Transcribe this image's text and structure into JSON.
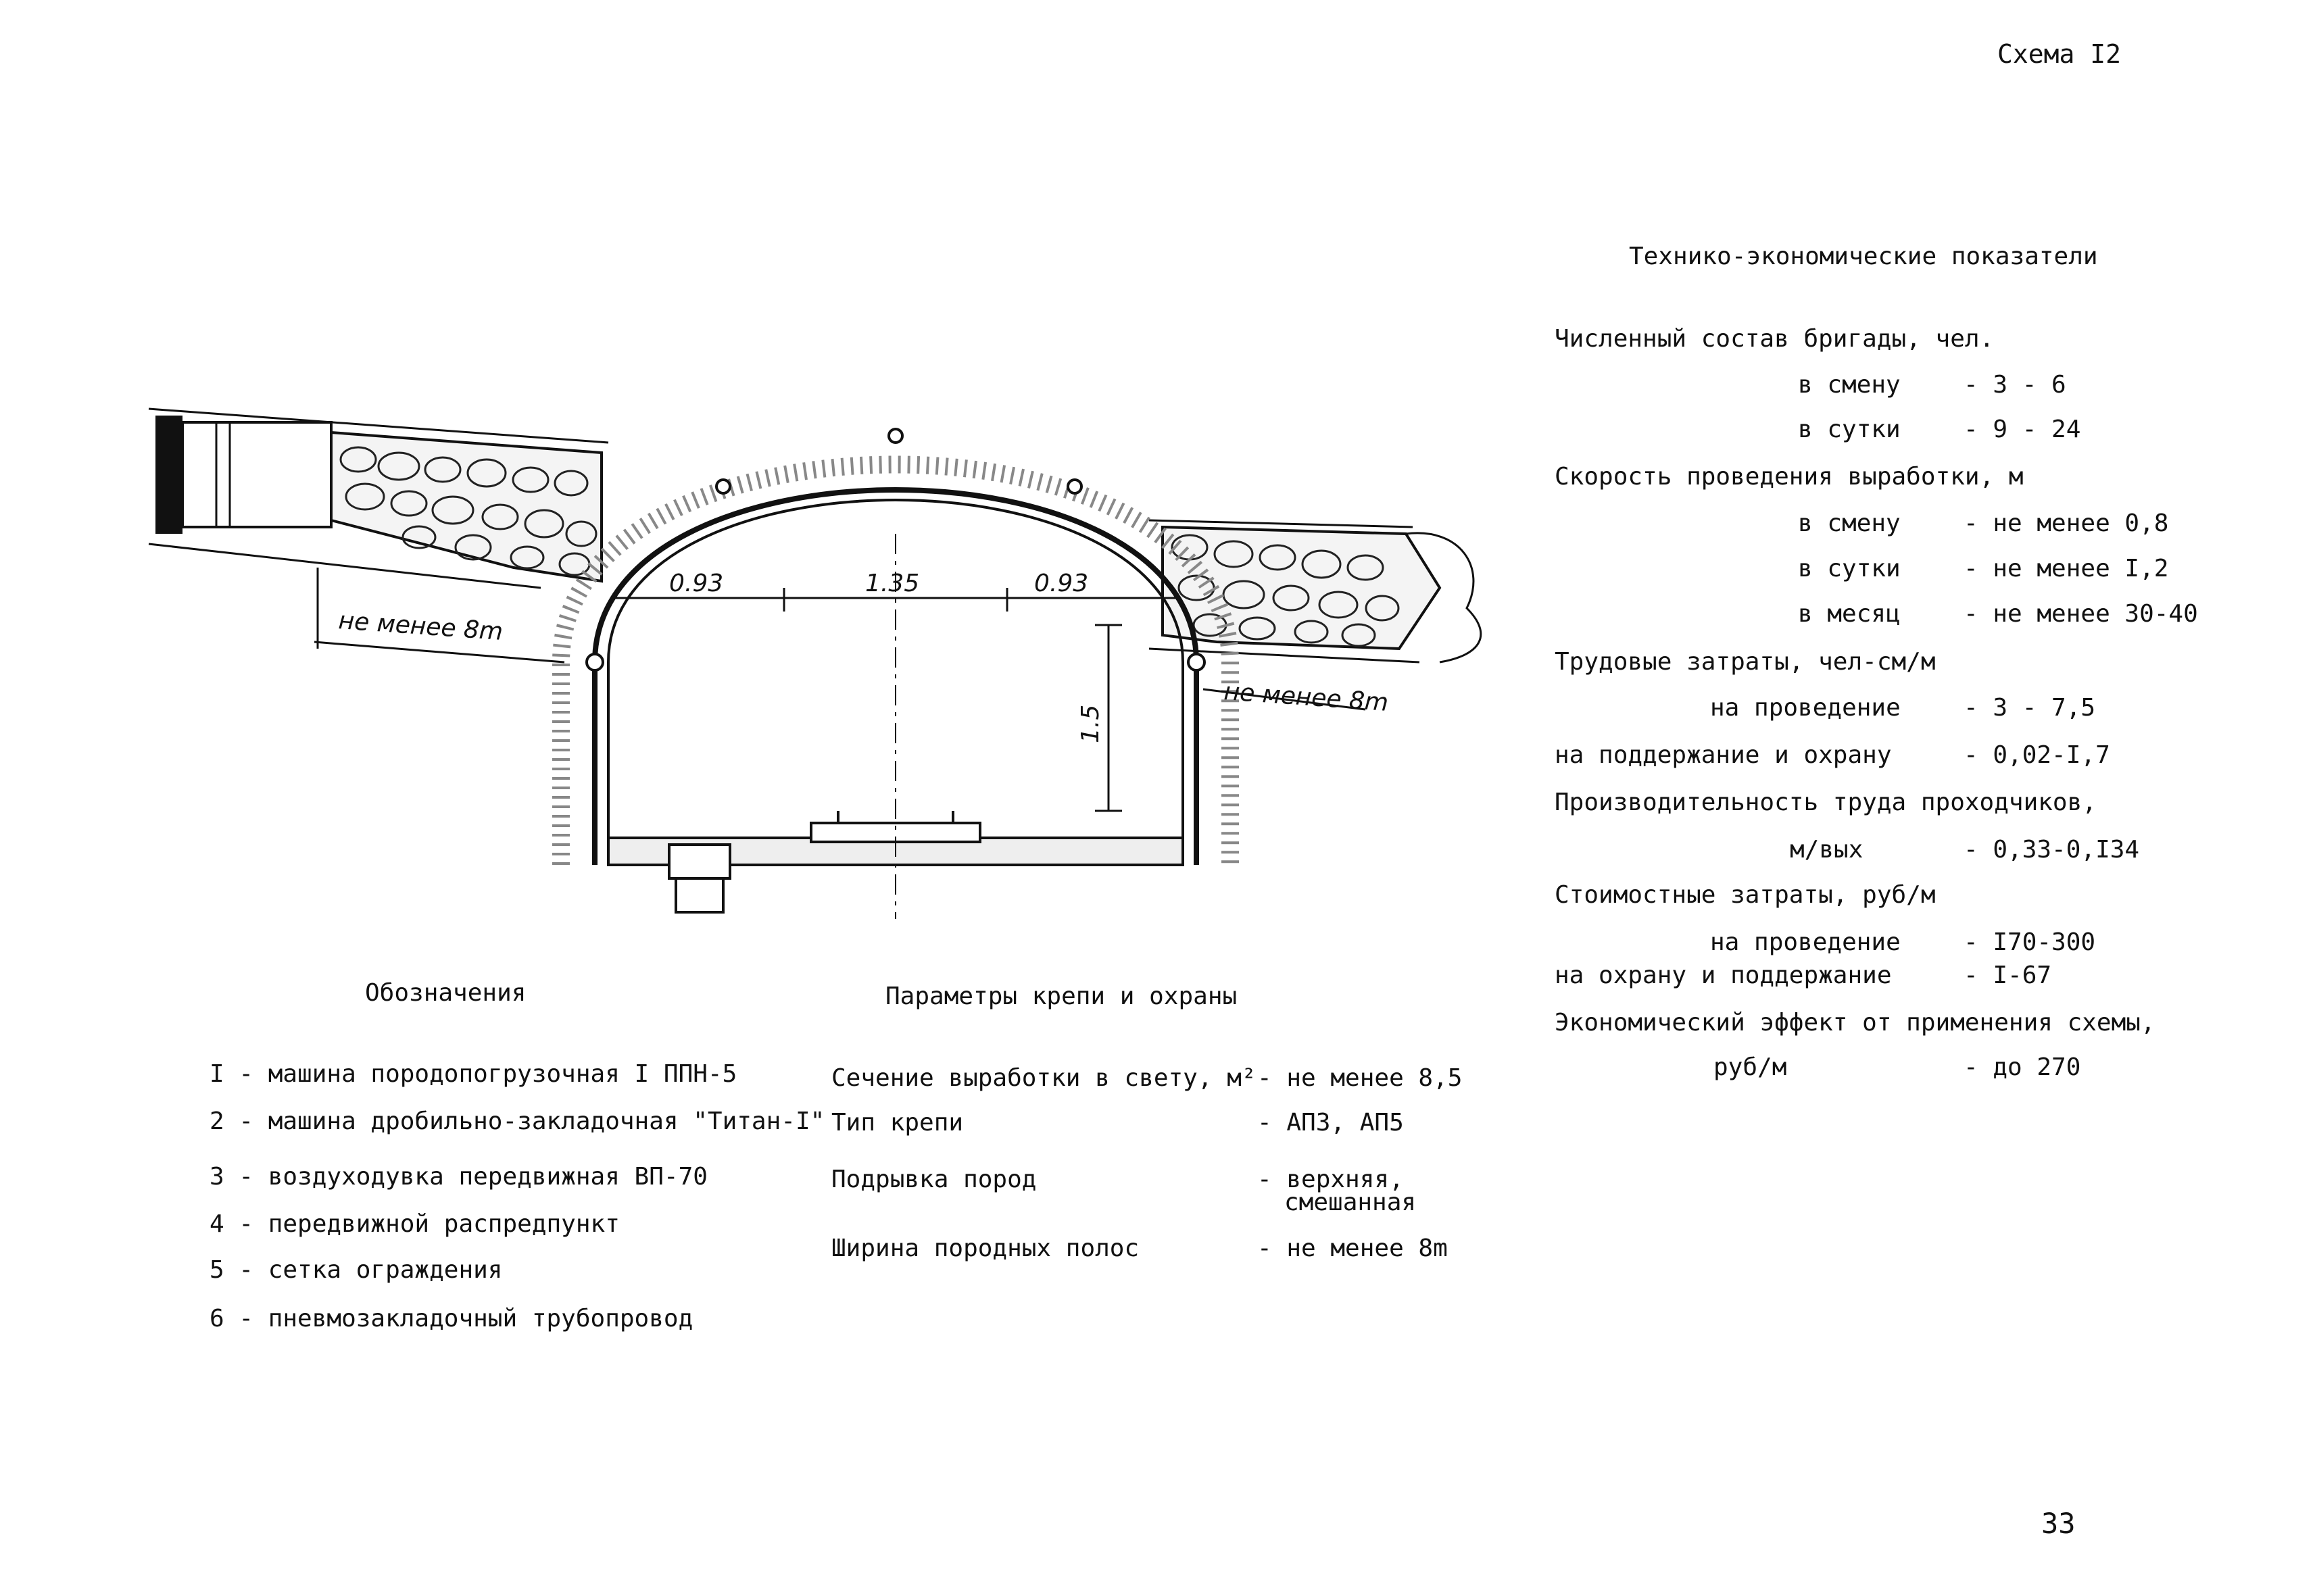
{
  "page": {
    "scheme_label": "Схема I2",
    "page_number": "33"
  },
  "diagram": {
    "dim_left": "0.93",
    "dim_center": "1.35",
    "dim_right": "0.93",
    "dim_height": "1.5",
    "strip_left": "не менее 8m",
    "strip_right": "не менее 8m"
  },
  "indicators": {
    "title": "Технико-экономические показатели",
    "items": [
      {
        "label": "Численный состав бригады, чел.",
        "value": ""
      },
      {
        "label": "в смену",
        "value": "- 3 - 6"
      },
      {
        "label": "в сутки",
        "value": "- 9 - 24"
      },
      {
        "label": "Скорость проведения выработки, м",
        "value": ""
      },
      {
        "label": "в смену",
        "value": "- не менее 0,8"
      },
      {
        "label": "в сутки",
        "value": "- не менее I,2"
      },
      {
        "label": "в месяц",
        "value": "- не менее 30-40"
      },
      {
        "label": "Трудовые затраты, чел-см/м",
        "value": ""
      },
      {
        "label": "на проведение",
        "value": "- 3 - 7,5"
      },
      {
        "label": "на поддержание и охрану",
        "value": "- 0,02-I,7"
      },
      {
        "label": "Производительность труда проходчиков,",
        "value": ""
      },
      {
        "label": "м/вых",
        "value": "- 0,33-0,I34"
      },
      {
        "label": "Стоимостные затраты, руб/м",
        "value": ""
      },
      {
        "label": "на проведение",
        "value": "- I70-300"
      },
      {
        "label": "на охрану и поддержание",
        "value": "- I-67"
      },
      {
        "label": "Экономический эффект от применения схемы,",
        "value": ""
      },
      {
        "label": "руб/м",
        "value": "- до 270"
      }
    ]
  },
  "legend": {
    "title": "Обозначения",
    "items": [
      "I - машина породопогрузочная I ППН-5",
      "2 - машина дробильно-закладочная \"Титан-I\"",
      "3 - воздуходувка передвижная ВП-70",
      "4 - передвижной распредпункт",
      "5 - сетка ограждения",
      "6 - пневмозакладочный трубопровод"
    ]
  },
  "params": {
    "title": "Параметры крепи и охраны",
    "items": [
      {
        "label": "Сечение выработки в свету, м²",
        "value": "- не менее 8,5"
      },
      {
        "label": "Тип крепи",
        "value": "- АПЗ, АП5"
      },
      {
        "label": "Подрывка пород",
        "value": "- верхняя,",
        "value2": "смешанная"
      },
      {
        "label": "Ширина породных полос",
        "value": "- не менее 8m"
      }
    ]
  }
}
